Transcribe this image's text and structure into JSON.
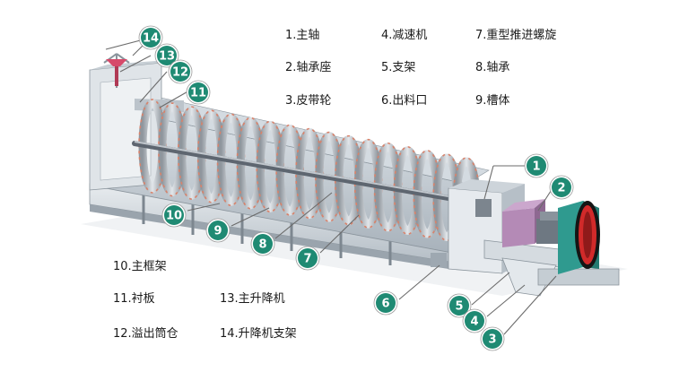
{
  "legend": [
    {
      "num": "1",
      "text": "1.主轴"
    },
    {
      "num": "2",
      "text": "2.轴承座"
    },
    {
      "num": "3",
      "text": "3.皮带轮"
    },
    {
      "num": "4",
      "text": "4.减速机"
    },
    {
      "num": "5",
      "text": "5.支架"
    },
    {
      "num": "6",
      "text": "6.出料口"
    },
    {
      "num": "7",
      "text": "7.重型推进螺旋"
    },
    {
      "num": "8",
      "text": "8.轴承"
    },
    {
      "num": "9",
      "text": "9.槽体"
    },
    {
      "num": "10",
      "text": "10.主框架"
    },
    {
      "num": "11",
      "text": "11.衬板"
    },
    {
      "num": "12",
      "text": "12.溢出筒仓"
    },
    {
      "num": "13",
      "text": "13.主升降机"
    },
    {
      "num": "14",
      "text": "14.升降机支架"
    }
  ],
  "callouts": [
    "14",
    "13",
    "12",
    "11",
    "1",
    "2",
    "10",
    "9",
    "8",
    "7",
    "6",
    "5",
    "4",
    "3"
  ],
  "colors": {
    "callout_fill": "#1f8a73",
    "callout_ring": "#ffffff",
    "leader_line": "#6b6b6b",
    "machine_frame": "#c9d1d8",
    "spiral_blade": "#b9bec4",
    "spiral_accent": "#d9826a",
    "pulley_guard": "#2f9a8f",
    "belt": "#d12a2a",
    "gearbox": "#b48ab6"
  }
}
